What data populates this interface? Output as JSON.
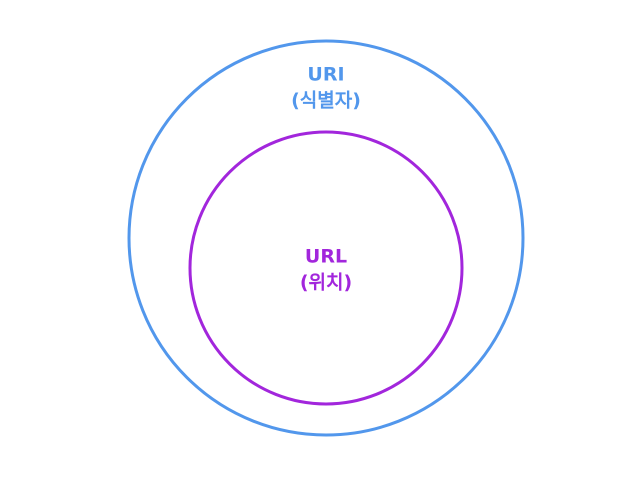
{
  "diagram": {
    "outer": {
      "line1": "URI",
      "line2": "(식별자)",
      "color": "#5297ec"
    },
    "inner": {
      "line1": "URL",
      "line2": "(위치)",
      "color": "#a226dc"
    }
  }
}
